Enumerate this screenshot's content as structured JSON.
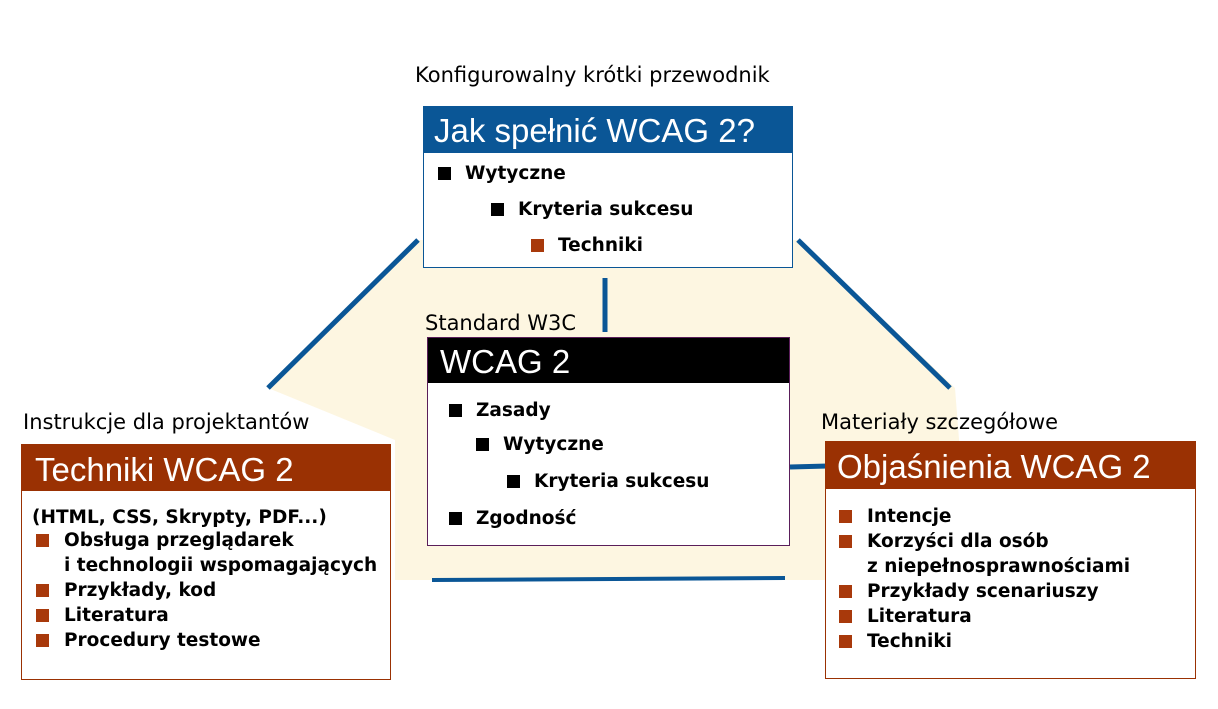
{
  "colors": {
    "blue": "#0a5696",
    "rust": "#9a3103",
    "black": "#000000",
    "triangle_fill": "#fdf6e1"
  },
  "top": {
    "caption": "Konfigurowalny krótki przewodnik",
    "title": "Jak spełnić WCAG 2?",
    "items": [
      "Wytyczne",
      "Kryteria sukcesu",
      "Techniki"
    ]
  },
  "center": {
    "caption": "Standard W3C",
    "title": "WCAG 2",
    "items": [
      "Zasady",
      "Wytyczne",
      "Kryteria sukcesu",
      "Zgodność"
    ]
  },
  "left": {
    "caption": "Instrukcje dla projektantów",
    "title": "Techniki WCAG 2",
    "intro": "(HTML, CSS, Skrypty, PDF...)",
    "items": [
      {
        "line1": "Obsługa przeglądarek",
        "line2": "i technologii wspomagających"
      },
      {
        "line1": "Przykłady, kod"
      },
      {
        "line1": "Literatura"
      },
      {
        "line1": "Procedury testowe"
      }
    ]
  },
  "right": {
    "caption": "Materiały szczegółowe",
    "title": "Objaśnienia WCAG 2",
    "items": [
      {
        "line1": "Intencje"
      },
      {
        "line1": "Korzyści dla osób",
        "line2": "z niepełnosprawnościami"
      },
      {
        "line1": "Przykłady scenariuszy"
      },
      {
        "line1": "Literatura"
      },
      {
        "line1": "Techniki"
      }
    ]
  }
}
